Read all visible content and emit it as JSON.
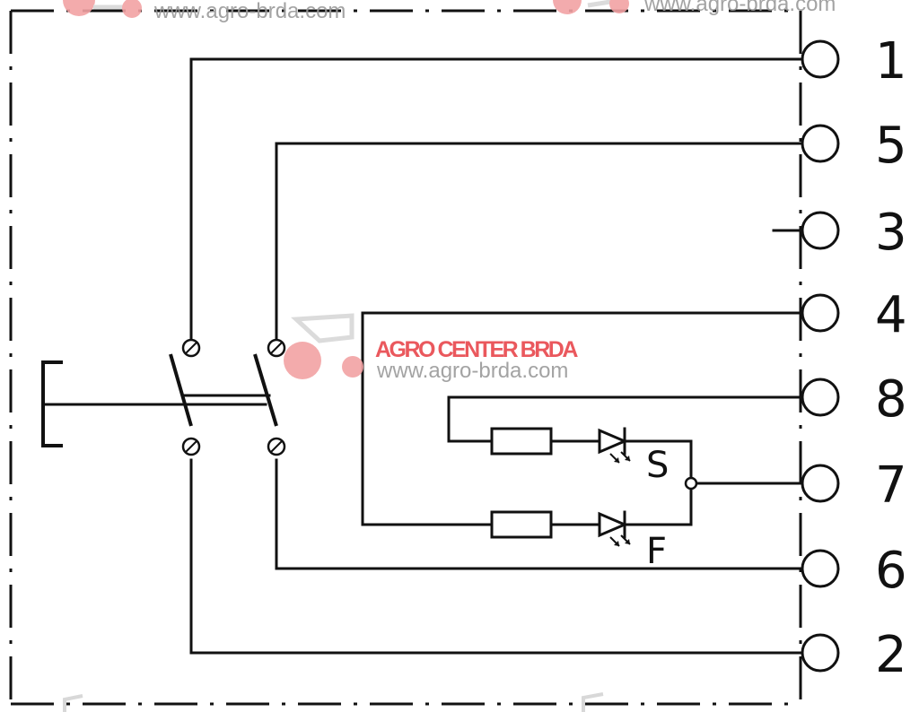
{
  "diagram": {
    "terminals": [
      "1",
      "5",
      "3",
      "4",
      "8",
      "7",
      "6",
      "2"
    ],
    "lamp_labels": {
      "upper": "S",
      "lower": "F"
    }
  },
  "watermark": {
    "brand": "AGRO CENTER BRDA",
    "url": "www.agro-brda.com",
    "colors": {
      "brand": "#e8474c",
      "dot": "#f2a2a4",
      "url": "#9a9a9a"
    }
  }
}
